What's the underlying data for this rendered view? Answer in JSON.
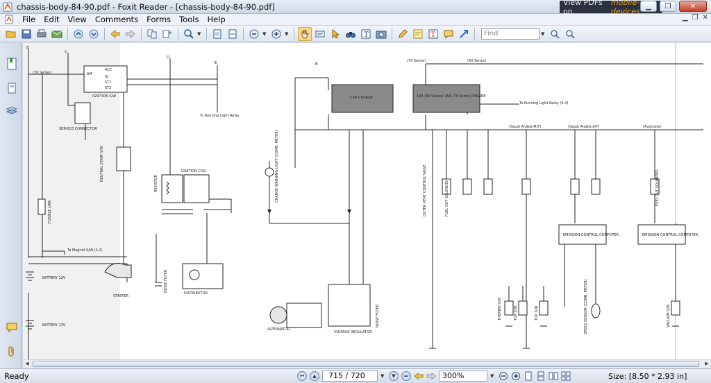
{
  "window": {
    "title": "chassis-body-84-90.pdf - Foxit Reader - [chassis-body-84-90.pdf]",
    "banner_text": "View PDFs on",
    "banner_link": "mobile-devices"
  },
  "menu": {
    "items": [
      "File",
      "Edit",
      "View",
      "Comments",
      "Forms",
      "Tools",
      "Help"
    ]
  },
  "toolbar": {
    "find_placeholder": "Find"
  },
  "status": {
    "ready": "Ready",
    "page_indicator": "715 / 720",
    "zoom": "300%",
    "page_size": "Size: [8.50 * 2.93 in]"
  },
  "diagram": {
    "column_markers": [
      "B",
      "C",
      "D",
      "E",
      "B"
    ],
    "labels": {
      "series70": "(70 Series)",
      "series60": "(60 Series)",
      "ignition_sw": "IGNITION S/W",
      "sw_am": "AM",
      "sw_acc": "ACC",
      "sw_ig": "IG",
      "sw_st1": "ST1",
      "sw_st2": "ST2",
      "service_connector": "SERVICE CONNECTOR",
      "fusible_link": "FUSIBLE LINK",
      "neutral_start": "NEUTRAL START S/W",
      "ignition_coil": "IGNITION COIL",
      "resistor": "RESISTOR",
      "running_light_relay": "To Running Light Relay",
      "running_light_relay2": "To Running Light Relay (S-4)",
      "fuse_75a": "7.5A CHARGE",
      "fuse_10a": "10A (60 Series) 15A (70 Series) ENGINE",
      "charge_warning": "CHARGE WARNING LIGHT (COMB. METER)",
      "to_magnet": "To Magnet S/W (4-2)",
      "battery1": "BATTERY 12V",
      "battery2": "BATTERY 12V",
      "starter": "STARTER",
      "noise_filter": "NOISE FILTER",
      "distributor": "DISTRIBUTOR",
      "alternator": "ALTERNATOR",
      "voltage_regulator": "VOLTAGE REGULATOR",
      "noise_filter2": "NOISE FILTER",
      "outer_vent": "OUTER VENT CONTROL VALVE",
      "fuel_cut": "FUEL CUT SOLENOID",
      "emission1": "EMISSION CONTROL COMPUTER",
      "emission2": "EMISSION CONTROL COMPUTER",
      "saudi_mt": "(Saudi Arabia M/T)",
      "saudi_at": "(Saudi Arabia A/T)",
      "australia": "(Australia)",
      "thermo_sw": "THERMO S/W",
      "top_sw": "TOP S/W",
      "top_sw2": "TOP S/W",
      "speed_sensor": "SPEED SENSOR (COMB. METER)",
      "vacuum_sw": "VACUUM S/W",
      "fuel_cut2": "FUEL CUT SOLENOID"
    }
  }
}
